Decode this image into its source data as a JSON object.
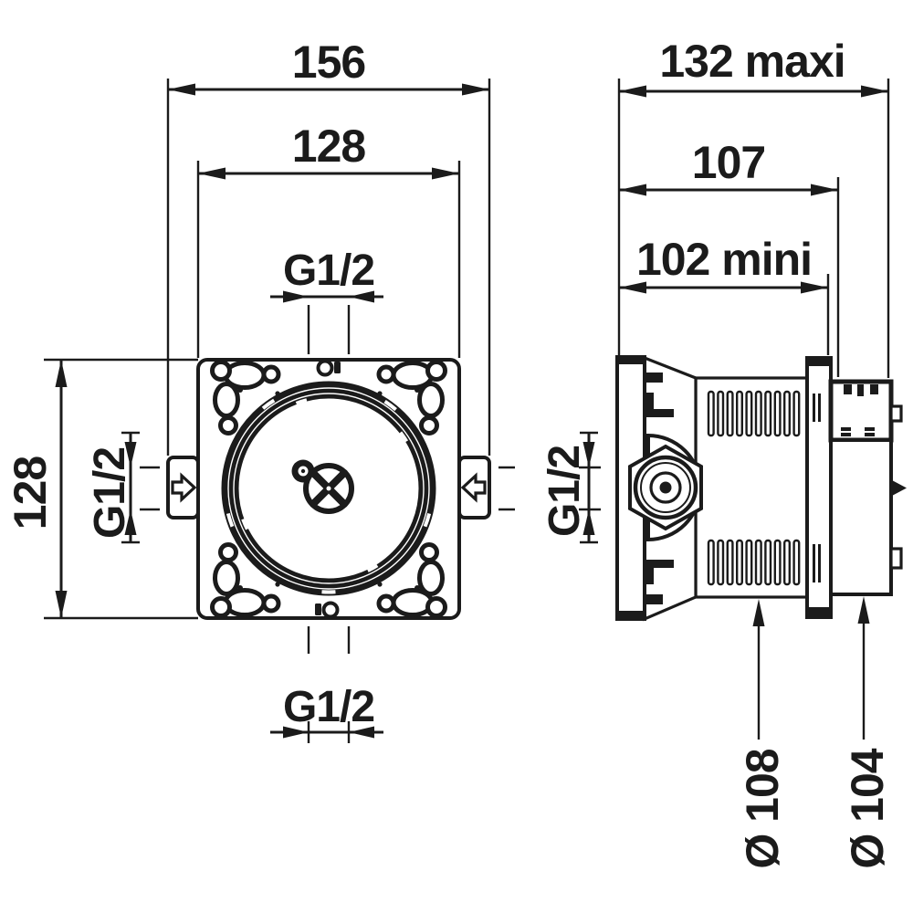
{
  "drawing_title": "installation-body-dimension-drawing",
  "front_view": {
    "width_overall": "156",
    "width_body": "128",
    "height_body": "128",
    "port_top": "G1/2",
    "port_side": "G1/2",
    "port_bottom": "G1/2"
  },
  "side_view": {
    "depth_max": "132 maxi",
    "depth_body": "107",
    "depth_min": "102 mini",
    "port_side": "G1/2",
    "diameter_body": "Ø 108",
    "diameter_sleeve": "Ø 104"
  },
  "colors": {
    "ink": "#1b1b1b",
    "background": "#ffffff"
  }
}
